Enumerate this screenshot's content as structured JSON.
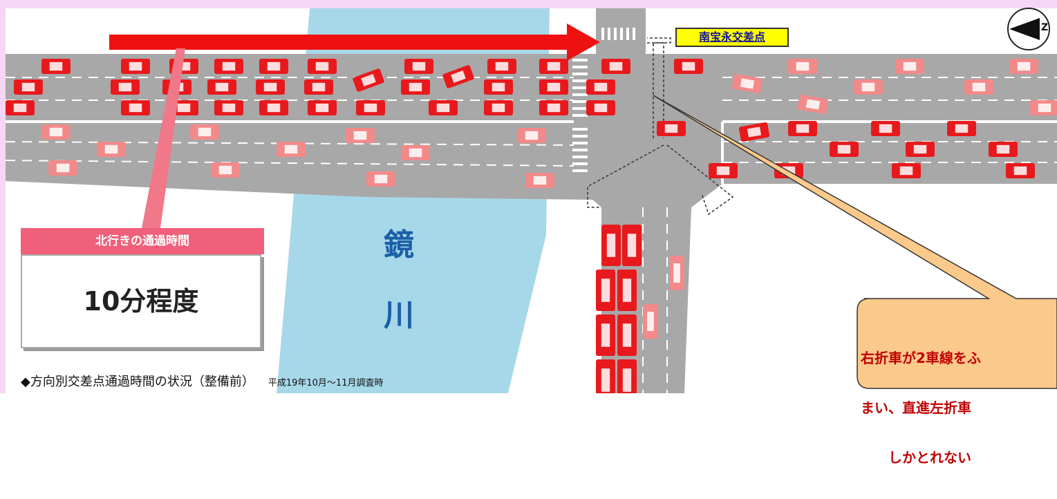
{
  "intersection_name": "南宝永交差点",
  "info_box": {
    "header": "北行きの通過時間",
    "value": "10分程度"
  },
  "river_label": [
    "鏡",
    "川"
  ],
  "caption": {
    "main": "◆方向別交差点通過時間の状況（整備前）",
    "date": "平成19年10月～11月調査時"
  },
  "callout": {
    "lines": [
      "右折車が2車線をふ",
      "まい、直進左折車",
      "　　しかとれない"
    ]
  },
  "north_marker": "Z",
  "colors": {
    "page_border": "#f6d6f6",
    "road": "#a6a6a6",
    "river": "#a7d8ea",
    "car_dark": "#e8191c",
    "car_light": "#f28a8a",
    "arrow": "#ee1111",
    "callout_fill": "#fbc98a"
  }
}
